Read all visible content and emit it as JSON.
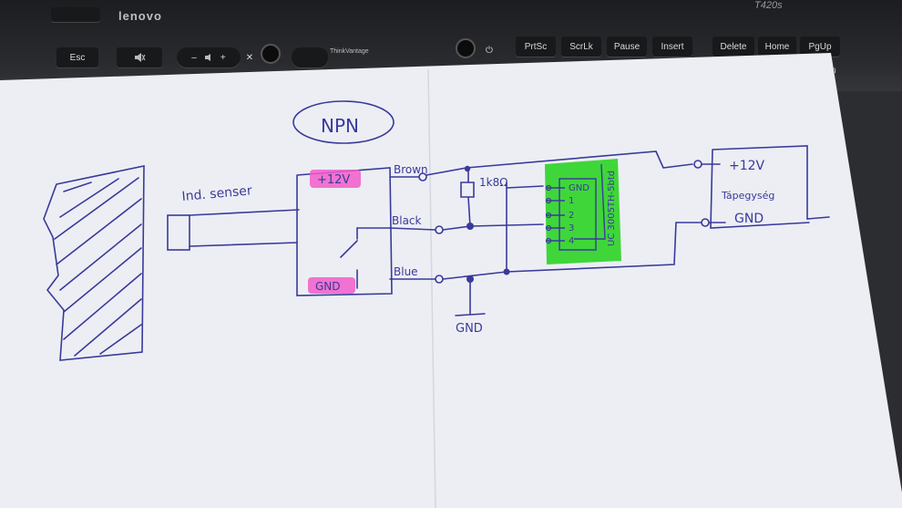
{
  "keyboard": {
    "brand": "lenovo",
    "model": "T420s",
    "thinkvantage": "ThinkVantage",
    "keys": [
      "Esc",
      "PrtSc",
      "ScrLk",
      "Pause",
      "Insert",
      "Delete",
      "Home",
      "PgUp"
    ],
    "vol_down": "–",
    "vol_up": "+",
    "edge_letter": "n"
  },
  "diagram": {
    "title": "NPN",
    "sensor_label": "Ind. senser",
    "wire_brown": "Brown",
    "wire_black": "Black",
    "wire_blue": "Blue",
    "supply_12v": "+12V",
    "supply_gnd": "GND",
    "resistor": "1k8Ω",
    "module_pins": [
      "GND",
      "1",
      "2",
      "3",
      "4"
    ],
    "module_name": "UC 3005TH-5btd",
    "psu_label": "Tápegység",
    "psu_12v": "+12V",
    "psu_gnd": "GND",
    "ground_label": "GND",
    "colors": {
      "ink": "#3a3a9a",
      "highlight_pink": "#f25cc9",
      "highlight_green": "#3fd63a",
      "paper": "#eef0f6"
    }
  }
}
